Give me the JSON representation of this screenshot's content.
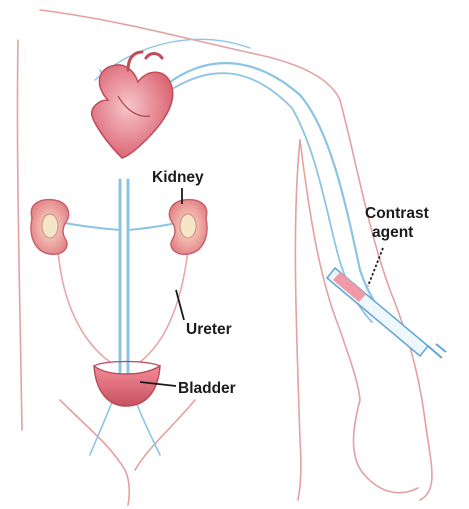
{
  "labels": {
    "kidney": "Kidney",
    "contrast_line1": "Contrast",
    "contrast_line2": "agent",
    "ureter": "Ureter",
    "bladder": "Bladder"
  },
  "colors": {
    "background": "#ffffff",
    "body_outline": "#e3a1a1",
    "vessel": "#8cc4e6",
    "vessel_dark": "#5fa6d6",
    "organ": "#e57a86",
    "organ_light": "#f6c3c8",
    "label_text": "#1b1b1b"
  },
  "icons": [
    "heart-icon",
    "kidney-icon",
    "bladder-icon",
    "syringe-icon"
  ]
}
